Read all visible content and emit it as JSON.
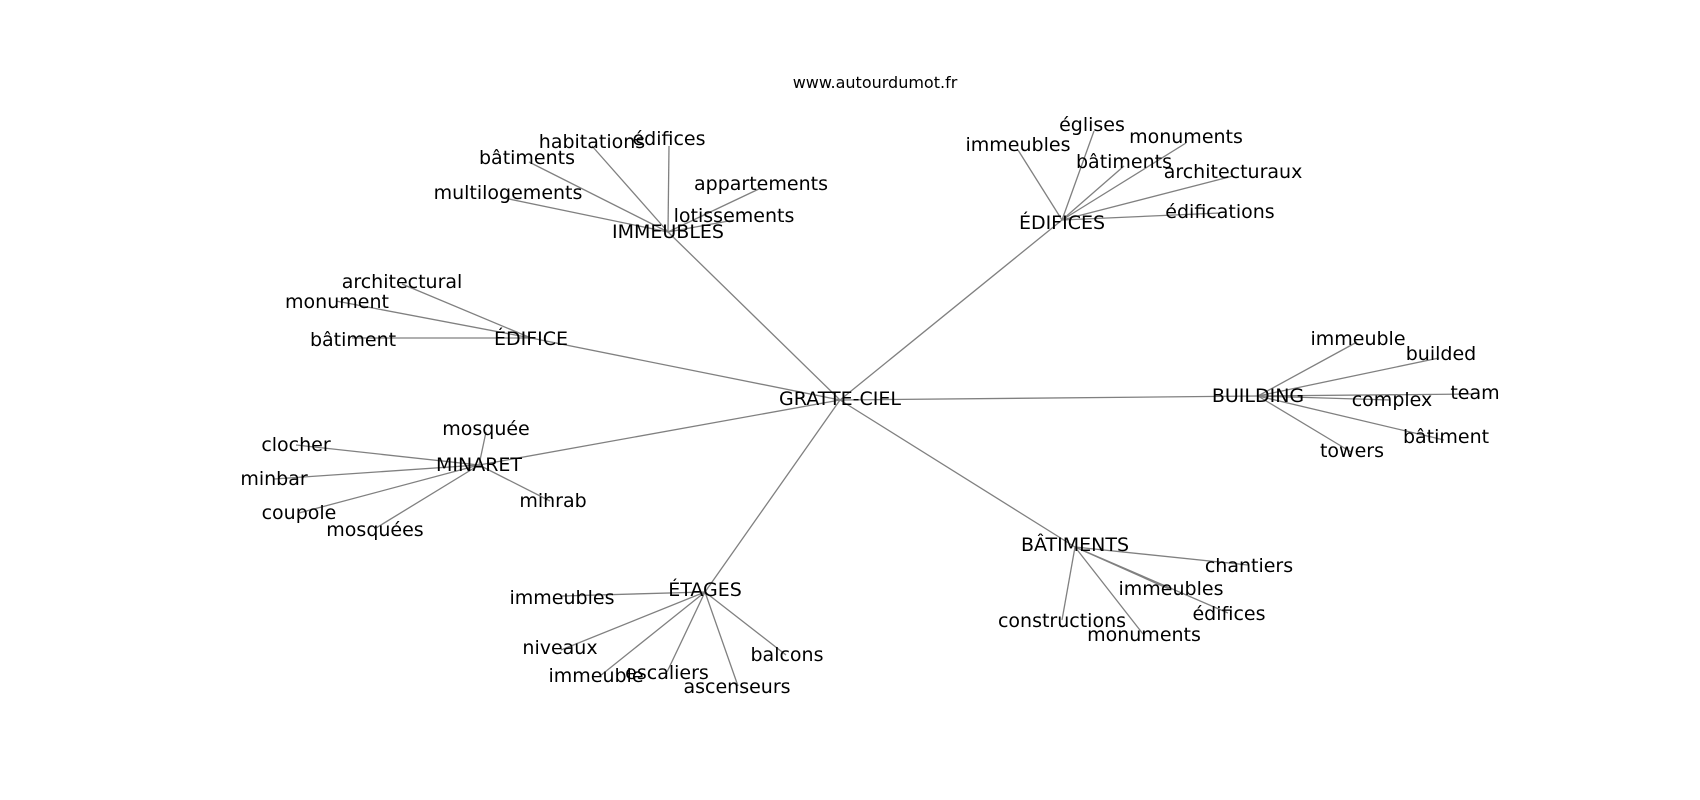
{
  "site": "www.autourdumot.fr",
  "center": "GRATTE-CIEL",
  "clusters": [
    {
      "label": "IMMEUBLES",
      "words": [
        "habitations",
        "édifices",
        "bâtiments",
        "multilogements",
        "appartements",
        "lotissements"
      ]
    },
    {
      "label": "ÉDIFICES",
      "words": [
        "églises",
        "immeubles",
        "monuments",
        "bâtiments",
        "architecturaux",
        "édifications"
      ]
    },
    {
      "label": "ÉDIFICE",
      "words": [
        "architectural",
        "monument",
        "bâtiment"
      ]
    },
    {
      "label": "BUILDING",
      "words": [
        "immeuble",
        "builded",
        "team",
        "complex",
        "bâtiment",
        "towers"
      ]
    },
    {
      "label": "MINARET",
      "words": [
        "mosquée",
        "clocher",
        "minbar",
        "coupole",
        "mosquées",
        "mihrab"
      ]
    },
    {
      "label": "BÂTIMENTS",
      "words": [
        "chantiers",
        "immeubles",
        "édifices",
        "constructions",
        "monuments"
      ]
    },
    {
      "label": "ÉTAGES",
      "words": [
        "immeubles",
        "niveaux",
        "immeuble",
        "escaliers",
        "ascenseurs",
        "balcons"
      ]
    }
  ]
}
